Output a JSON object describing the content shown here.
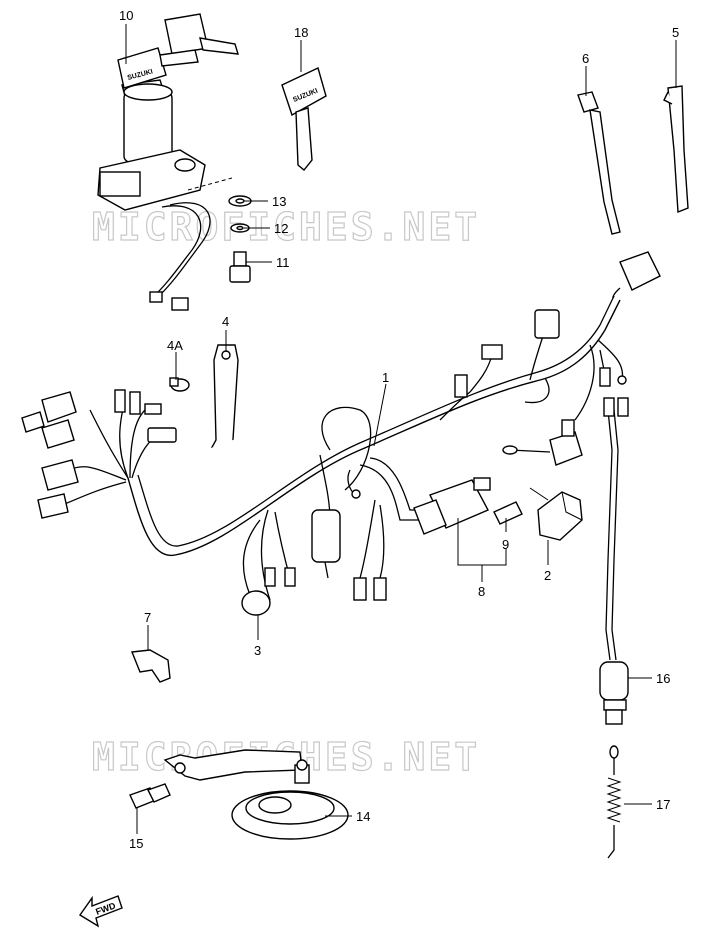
{
  "watermark": "MICROFICHES.NET",
  "fwd_label": "FWD",
  "key_brand": "SUZUKI",
  "callouts": {
    "p1": "1",
    "p2": "2",
    "p3": "3",
    "p4": "4",
    "p4a": "4A",
    "p5": "5",
    "p6": "6",
    "p7": "7",
    "p8": "8",
    "p9": "9",
    "p10": "10",
    "p11": "11",
    "p12": "12",
    "p13": "13",
    "p14": "14",
    "p15": "15",
    "p16": "16",
    "p17": "17",
    "p18": "18"
  }
}
